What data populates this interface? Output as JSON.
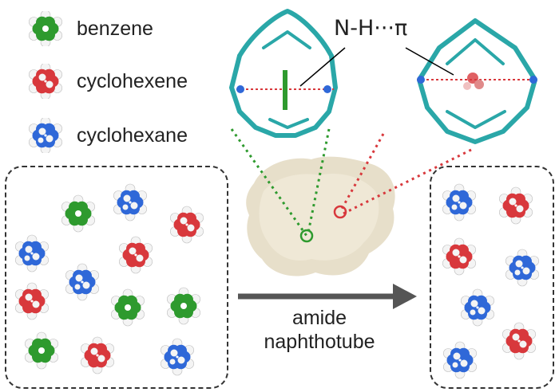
{
  "legend": [
    {
      "label": "benzene",
      "molecule": "benzene",
      "color": "#2e9a2e"
    },
    {
      "label": "cyclohexene",
      "molecule": "cyclohexene",
      "color": "#d8383c"
    },
    {
      "label": "cyclohexane",
      "molecule": "cyclohexane",
      "color": "#2f68d8"
    }
  ],
  "interaction_label": "N-H···π",
  "arrow_label_line1": "amide",
  "arrow_label_line2": "naphthotube",
  "colors": {
    "benzene": "#2e9a2e",
    "cyclohexene": "#d8383c",
    "cyclohexane": "#2f68d8",
    "host_frame": "#2aa7a8",
    "powder": "#e8e0cc",
    "arrow": "#555555"
  },
  "mixture_box": [
    "benzene",
    "cyclohexene",
    "cyclohexane"
  ],
  "separated_box": [
    "cyclohexane",
    "cyclohexene"
  ]
}
